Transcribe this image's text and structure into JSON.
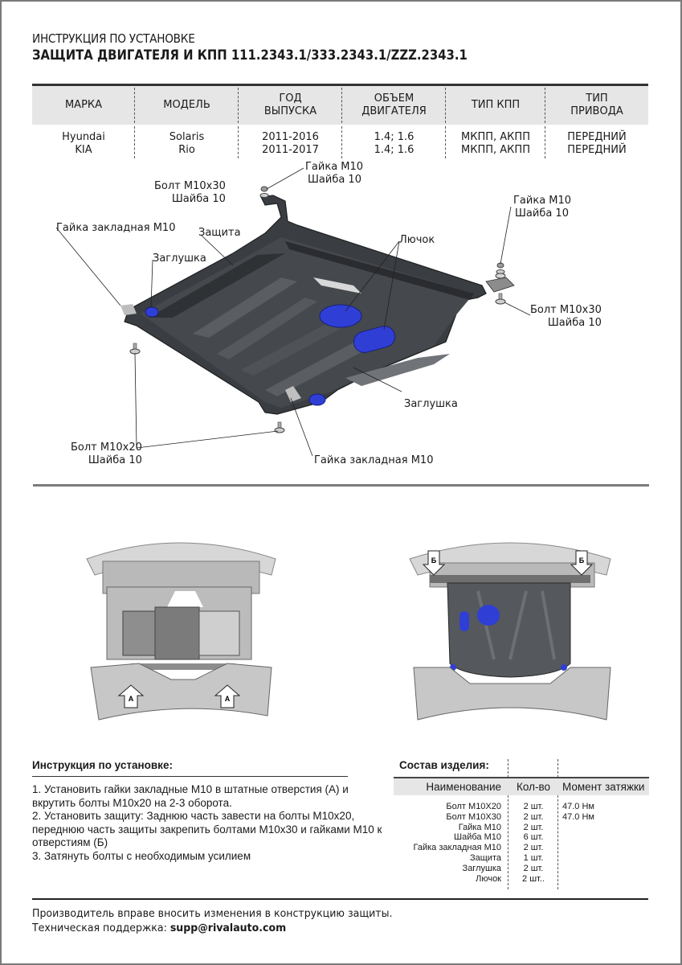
{
  "header": {
    "subtitle": "ИНСТРУКЦИЯ ПО УСТАНОВКЕ",
    "title": "ЗАЩИТА ДВИГАТЕЛЯ И КПП  111.2343.1/333.2343.1/ZZZ.2343.1"
  },
  "vehicle_table": {
    "columns": [
      "МАРКА",
      "МОДЕЛЬ",
      "ГОД\nВЫПУСКА",
      "ОБЪЕМ\nДВИГАТЕЛЯ",
      "ТИП КПП",
      "ТИП\nПРИВОДА"
    ],
    "column_lines": [
      [
        "МАРКА"
      ],
      [
        "МОДЕЛЬ"
      ],
      [
        "ГОД",
        "ВЫПУСКА"
      ],
      [
        "ОБЪЕМ",
        "ДВИГАТЕЛЯ"
      ],
      [
        "ТИП КПП"
      ],
      [
        "ТИП",
        "ПРИВОДА"
      ]
    ],
    "rows": [
      [
        "Hyundai",
        "Solaris",
        "2011-2016",
        "1.4; 1.6",
        "МКПП, АКПП",
        "ПЕРЕДНИЙ"
      ],
      [
        "KIA",
        "Rio",
        "2011-2017",
        "1.4; 1.6",
        "МКПП, АКПП",
        "ПЕРЕДНИЙ"
      ]
    ]
  },
  "drawing": {
    "callouts": {
      "nut_top": [
        "Гайка М10",
        "Шайба 10"
      ],
      "bolt_top_left": [
        "Болт М10х30",
        "Шайба 10"
      ],
      "embedded_nut_left": [
        "Гайка закладная М10"
      ],
      "guard": [
        "Защита"
      ],
      "plug_left": [
        "Заглушка"
      ],
      "hatch": [
        "Лючок"
      ],
      "nut_right": [
        "Гайка М10",
        "Шайба 10"
      ],
      "bolt_right": [
        "Болт М10х30",
        "Шайба 10"
      ],
      "plug_bottom": [
        "Заглушка"
      ],
      "bolt_bottom": [
        "Болт М10х20",
        "Шайба 10"
      ],
      "embedded_nut_bottom": [
        "Гайка закладная М10"
      ]
    },
    "colors": {
      "guard": "#3c3f43",
      "plug": "#2f3fd6",
      "metal": "#c9c9c9"
    }
  },
  "install_photos": {
    "left_marker": "А",
    "right_marker": "Б"
  },
  "instructions": {
    "title": "Инструкция по установке:",
    "steps": [
      "1. Установить гайки закладные М10 в штатные отверстия (А) и вкрутить болты М10х20 на 2-3 оборота.",
      "2. Установить защиту: Заднюю часть завести на болты М10х20, переднюю часть защиты закрепить болтами М10х30 и гайками М10 к отверстиям (Б)",
      "3. Затянуть болты с необходимым усилием"
    ]
  },
  "composition": {
    "title": "Состав изделия:",
    "headers": [
      "Наименование",
      "Кол-во",
      "Момент затяжки"
    ],
    "rows": [
      [
        "Болт М10Х20",
        "2 шт.",
        "47.0 Нм"
      ],
      [
        "Болт М10Х30",
        "2 шт.",
        "47.0 Нм"
      ],
      [
        "Гайка М10",
        "2 шт.",
        ""
      ],
      [
        "Шайба М10",
        "6 шт.",
        ""
      ],
      [
        "Гайка закладная М10",
        "2 шт.",
        ""
      ],
      [
        "Защита",
        "1 шт.",
        ""
      ],
      [
        "Заглушка",
        "2 шт.",
        ""
      ],
      [
        "Лючок",
        "2 шт..",
        ""
      ]
    ]
  },
  "footer": {
    "note": "Производитель вправе вносить изменения в конструкцию защиты.",
    "support_label": "Техническая поддержка: ",
    "support_email": "supp@rivalauto.com"
  }
}
